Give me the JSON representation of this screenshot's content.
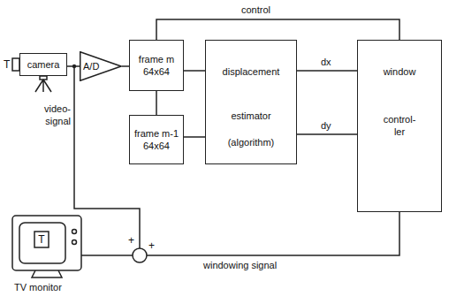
{
  "diagram": {
    "nodes": [
      {
        "text": [
          "camera"
        ]
      },
      {
        "text": [
          "A/D"
        ]
      },
      {
        "text": [
          "frame m 64x64"
        ]
      },
      {
        "text": [
          "frame m-1 64x64"
        ]
      },
      {
        "text": [
          "displacement",
          "estimator",
          "(algorithm)"
        ]
      },
      {
        "text": [
          "window",
          "control- ler"
        ]
      }
    ],
    "edges": [
      {
        "from": 0,
        "to": 1,
        "arrow": "none"
      },
      {
        "from": 1,
        "to": 2,
        "arrow": "none"
      },
      {
        "from": 2,
        "to": 4,
        "arrow": "none"
      },
      {
        "from": 3,
        "to": 4,
        "arrow": "none"
      },
      {
        "from": 2,
        "to": 3,
        "arrow": "none"
      },
      {
        "from": 4,
        "to": 5,
        "label": "dx",
        "arrow": "none"
      },
      {
        "from": 4,
        "to": 5,
        "label": "dy",
        "arrow": "none"
      },
      {
        "from": 5,
        "to": 2,
        "label": "control",
        "arrow": "none"
      }
    ],
    "labels": [
      "T",
      "video- signal",
      "T",
      "TV monitor",
      "+",
      "+",
      "windowing signal"
    ]
  }
}
